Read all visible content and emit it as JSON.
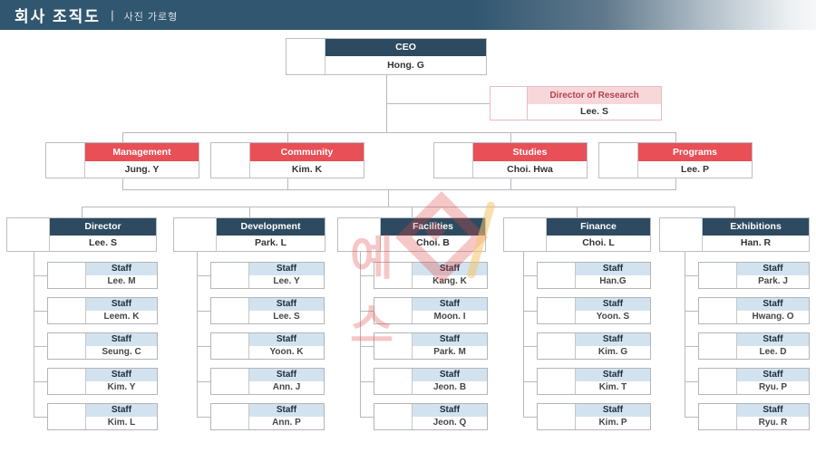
{
  "header": {
    "title": "회사 조직도",
    "separator": "|",
    "subtitle": "사진 가로형"
  },
  "watermark": {
    "text": "예스"
  },
  "staff_label": "Staff",
  "org": {
    "ceo": {
      "title": "CEO",
      "name": "Hong. G"
    },
    "research": {
      "title": "Director of Research",
      "name": "Lee. S"
    },
    "managers": [
      {
        "title": "Management",
        "name": "Jung. Y"
      },
      {
        "title": "Community",
        "name": "Kim. K"
      },
      {
        "title": "Studies",
        "name": "Choi. Hwa"
      },
      {
        "title": "Programs",
        "name": "Lee. P"
      }
    ],
    "departments": [
      {
        "title": "Director",
        "name": "Lee. S",
        "staff": [
          "Lee. M",
          "Leem. K",
          "Seung. C",
          "Kim. Y",
          "Kim. L"
        ]
      },
      {
        "title": "Development",
        "name": "Park. L",
        "staff": [
          "Lee. Y",
          "Lee. S",
          "Yoon. K",
          "Ann. J",
          "Ann. P"
        ]
      },
      {
        "title": "Facilities",
        "name": "Choi. B",
        "staff": [
          "Kang. K",
          "Moon. I",
          "Park. M",
          "Jeon. B",
          "Jeon. Q"
        ]
      },
      {
        "title": "Finance",
        "name": "Choi. L",
        "staff": [
          "Han.G",
          "Yoon. S",
          "Kim. G",
          "Kim. T",
          "Kim. P"
        ]
      },
      {
        "title": "Exhibitions",
        "name": "Han. R",
        "staff": [
          "Park. J",
          "Hwang. O",
          "Lee. D",
          "Ryu. P",
          "Ryu. R"
        ]
      }
    ]
  },
  "colors": {
    "header_bar": "#315670",
    "navy": "#2d4a60",
    "red": "#e84f56",
    "pink_bg": "#f8d7da",
    "pink_text": "#b2434c",
    "staff_band": "#d3e2ef",
    "connector": "#b5b9bd",
    "watermark_red": "#e04646",
    "watermark_yellow": "#f6c46c"
  }
}
